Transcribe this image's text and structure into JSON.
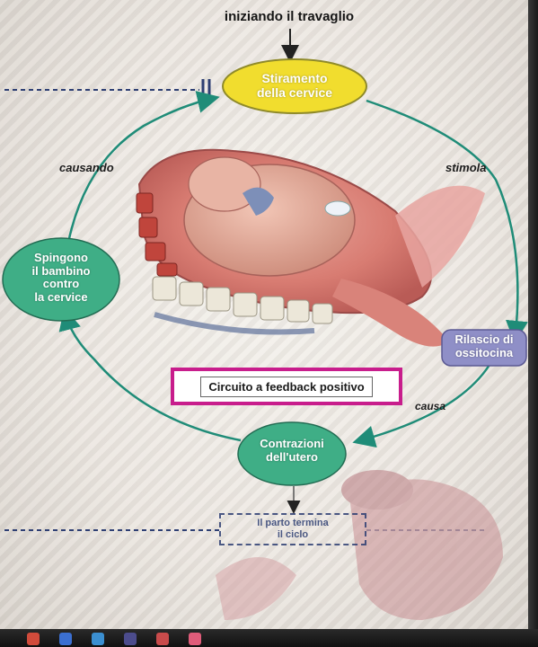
{
  "diagram": {
    "top_label": "iniziando il travaglio",
    "nodes": {
      "stretch": {
        "lines": [
          "Stiramento",
          "della cervice"
        ],
        "color": "#f1dd2e"
      },
      "oxytocin": {
        "lines": [
          "Rilascio di",
          "ossitocina"
        ],
        "color": "#8f8fc7"
      },
      "contractions": {
        "lines": [
          "Contrazioni",
          "dell'utero"
        ],
        "color": "#3fae86"
      },
      "push": {
        "lines": [
          "Spingono",
          "il bambino",
          "contro",
          "la cervice"
        ],
        "color": "#3fae86"
      }
    },
    "edges": {
      "stimulates": "stimola",
      "causes": "causa",
      "causing": "causando"
    },
    "feedback_label": "Circuito a feedback positivo",
    "end_label": [
      "Il parto termina",
      "il ciclo"
    ],
    "colors": {
      "arrow": "#1f8c78",
      "dashed_line": "#2e3f73",
      "highlight_border": "#c81d8c"
    }
  }
}
